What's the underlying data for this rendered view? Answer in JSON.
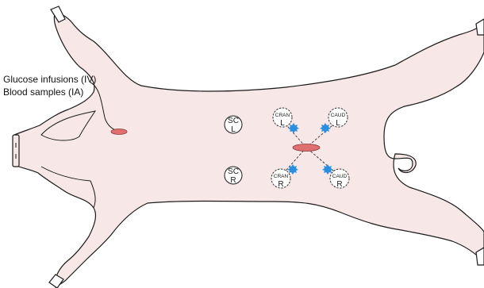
{
  "callout": {
    "line1": "Glucose infusions (IV)",
    "line2": "Blood samples (IA)"
  },
  "colors": {
    "body_fill": "#f8e7e7",
    "outline": "#1a1a1a",
    "incision": "#e06f6f",
    "sample_site": "#2b8fe0"
  },
  "sites": {
    "sc_left": {
      "top": "SC",
      "bottom": "L"
    },
    "sc_right": {
      "top": "SC",
      "bottom": "R"
    },
    "cran_left": {
      "top": "CRAN",
      "bottom": "L"
    },
    "caud_left": {
      "top": "CAUD",
      "bottom": "L"
    },
    "cran_right": {
      "top": "CRAN",
      "bottom": "R"
    },
    "caud_right": {
      "top": "CAUD",
      "bottom": "R"
    }
  },
  "icons": {
    "sample_marker": "blue-starburst-icon",
    "incision": "incision-oval-icon"
  }
}
